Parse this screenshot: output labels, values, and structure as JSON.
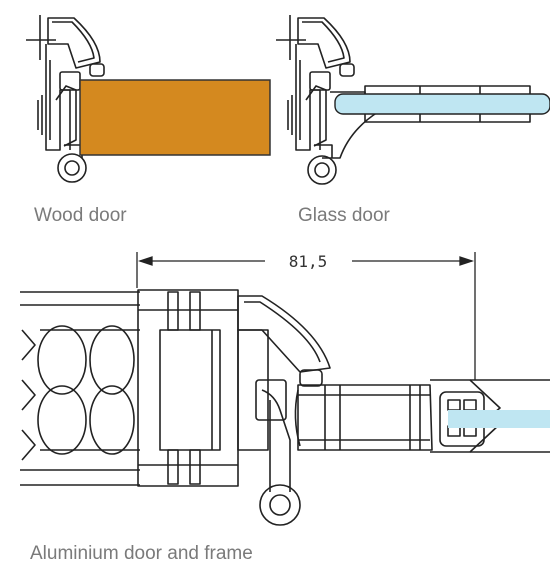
{
  "captions": {
    "wood_door": "Wood door",
    "glass_door": "Glass door",
    "aluminium": "Aluminium door and frame"
  },
  "dimension": {
    "value": "81,5"
  },
  "colors": {
    "wood": "#d4891f",
    "glass": "#bfe6f2",
    "line": "#222222",
    "caption": "#7a7a7a"
  }
}
